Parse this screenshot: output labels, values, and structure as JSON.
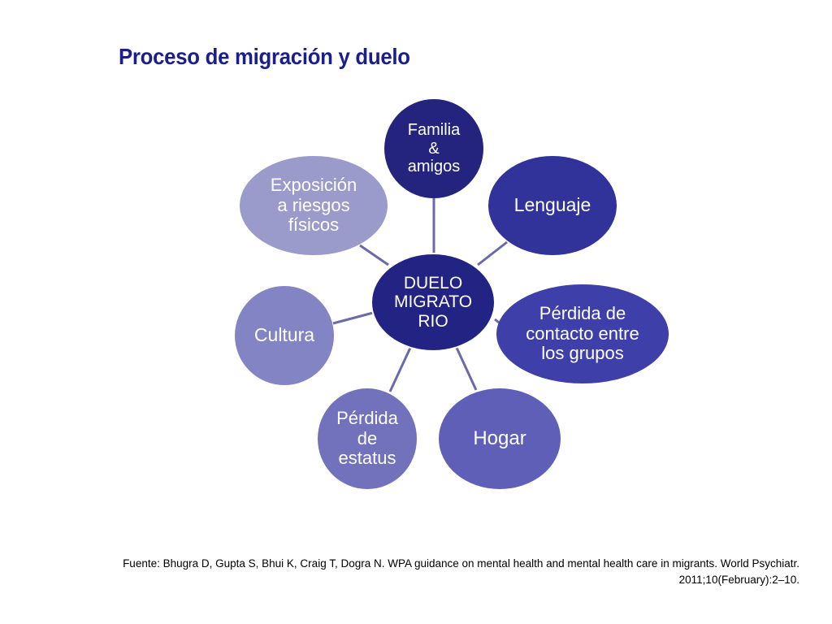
{
  "slide": {
    "title": "Proceso de migración y duelo"
  },
  "diagram": {
    "center": {
      "label": "DUELO\nMIGRATO\nRIO"
    },
    "nodes": [
      {
        "id": "familia",
        "label": "Familia\n&\namigos"
      },
      {
        "id": "lenguaje",
        "label": "Lenguaje"
      },
      {
        "id": "perdida-contacto",
        "label": "Pérdida de\ncontacto entre\nlos grupos"
      },
      {
        "id": "hogar",
        "label": "Hogar"
      },
      {
        "id": "perdida-estatus",
        "label": "Pérdida\nde\nestatus"
      },
      {
        "id": "cultura",
        "label": "Cultura"
      },
      {
        "id": "exposicion",
        "label": "Exposición\na riesgos\nfísicos"
      }
    ]
  },
  "footer": {
    "source": "Fuente: Bhugra D, Gupta S, Bhui K, Craig T, Dogra N. WPA guidance on mental health and mental health care in migrants. World Psychiatr. 2011;10(February):2–10."
  },
  "colors": {
    "title": "#1b1f8a",
    "center": "#232383",
    "connector": "#6a6aa8"
  }
}
